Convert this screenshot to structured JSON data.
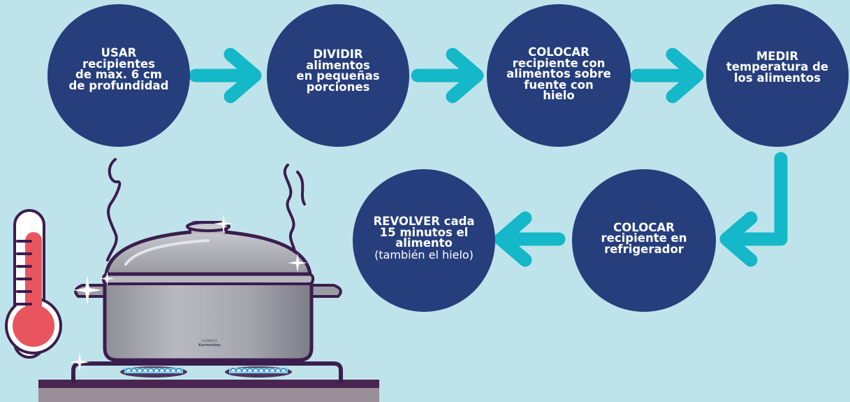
{
  "steps": [
    {
      "bold": "USAR",
      "rest": [
        "recipientes",
        "de max. 6 cm",
        "de profundidad"
      ]
    },
    {
      "bold": "DIVIDIR",
      "rest": [
        "alimentos",
        "en pequeñas",
        "porciones"
      ]
    },
    {
      "bold": "COLOCAR",
      "rest": [
        "recipiente con",
        "alimentos sobre",
        "fuente con",
        "hielo"
      ]
    },
    {
      "bold": "MEDIR",
      "rest": [
        "temperatura de",
        "los alimentos"
      ]
    },
    {
      "bold": "COLOCAR",
      "rest": [
        "recipiente en",
        "refrigerador"
      ]
    },
    {
      "bold": "REVOLVER cada",
      "rest": [
        "15 minutos el",
        "alimento"
      ],
      "note": "(también el hielo)"
    }
  ],
  "pot_brand": [
    "ALUMINIOS",
    "Karmonkey"
  ],
  "colors": {
    "background": "#bfe3ea",
    "circle": "#263e7c",
    "arrow": "#14b8c8",
    "pot_outline": "#3b1d4e",
    "pot_body": "#9b9ca4",
    "thermometer": "#e8555e",
    "stove_top": "#49264f",
    "flame": "#7fd0f0"
  },
  "icons": [
    "arrow-right-icon",
    "arrow-down-left-icon",
    "arrow-left-icon",
    "cooking-pot-icon",
    "thermometer-icon",
    "steam-icon",
    "sparkle-icon",
    "gas-flame-icon"
  ]
}
